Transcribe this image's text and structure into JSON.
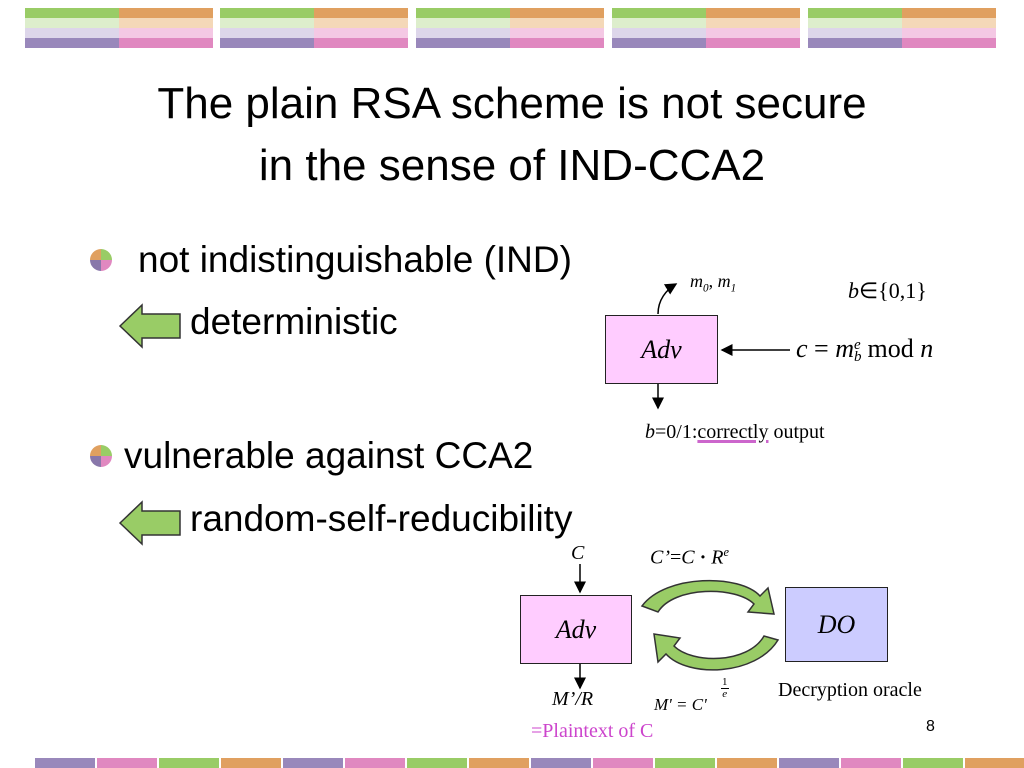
{
  "slide": {
    "title_line1": "The plain RSA scheme is not secure",
    "title_line2": "in the sense of IND-CCA2",
    "page_number": "8"
  },
  "bullets": [
    {
      "text": "not indistinguishable (IND)",
      "sub": "deterministic"
    },
    {
      "text": "vulnerable against CCA2",
      "sub": "random-self-reducibility"
    }
  ],
  "diagram1": {
    "adv_label": "Adv",
    "m0": "m",
    "m0_sub": "0",
    "m1": "m",
    "m1_sub": "1",
    "b_var": "b",
    "b_in": "∈",
    "b_set": "{0,1}",
    "c_var": "c",
    "eq": "=",
    "m_var": "m",
    "m_sup": "e",
    "m_sub": "b",
    "mod": "mod",
    "n": "n",
    "out_b": "b",
    "out_eq": "=",
    "out_text": "0/1:",
    "out_correct": "correctly",
    "out_output": " output"
  },
  "diagram2": {
    "adv_label": "Adv",
    "do_label": "DO",
    "c_input": "C",
    "cprime_left": "C’",
    "cprime_eq": "=",
    "cprime_c": "C",
    "dot": "·",
    "cprime_r": "R",
    "cprime_sup": "e",
    "mprime_lhs": "M' = C'",
    "mprime_num": "1",
    "mprime_den": "e",
    "output": "M’/R",
    "oracle_caption": "Decryption oracle",
    "plaintext_caption": "=Plaintext of C"
  },
  "colors": {
    "pink_box": "#FFCCFF",
    "blue_box": "#CCCCFF",
    "arrow_green": "#99CC66",
    "strip_green": "#99CC66",
    "strip_orange": "#E0A060",
    "strip_purple": "#9988BB",
    "strip_pink": "#E088C0",
    "caption_pink": "#CC44CC",
    "underline_pink": "#CC66CC"
  }
}
